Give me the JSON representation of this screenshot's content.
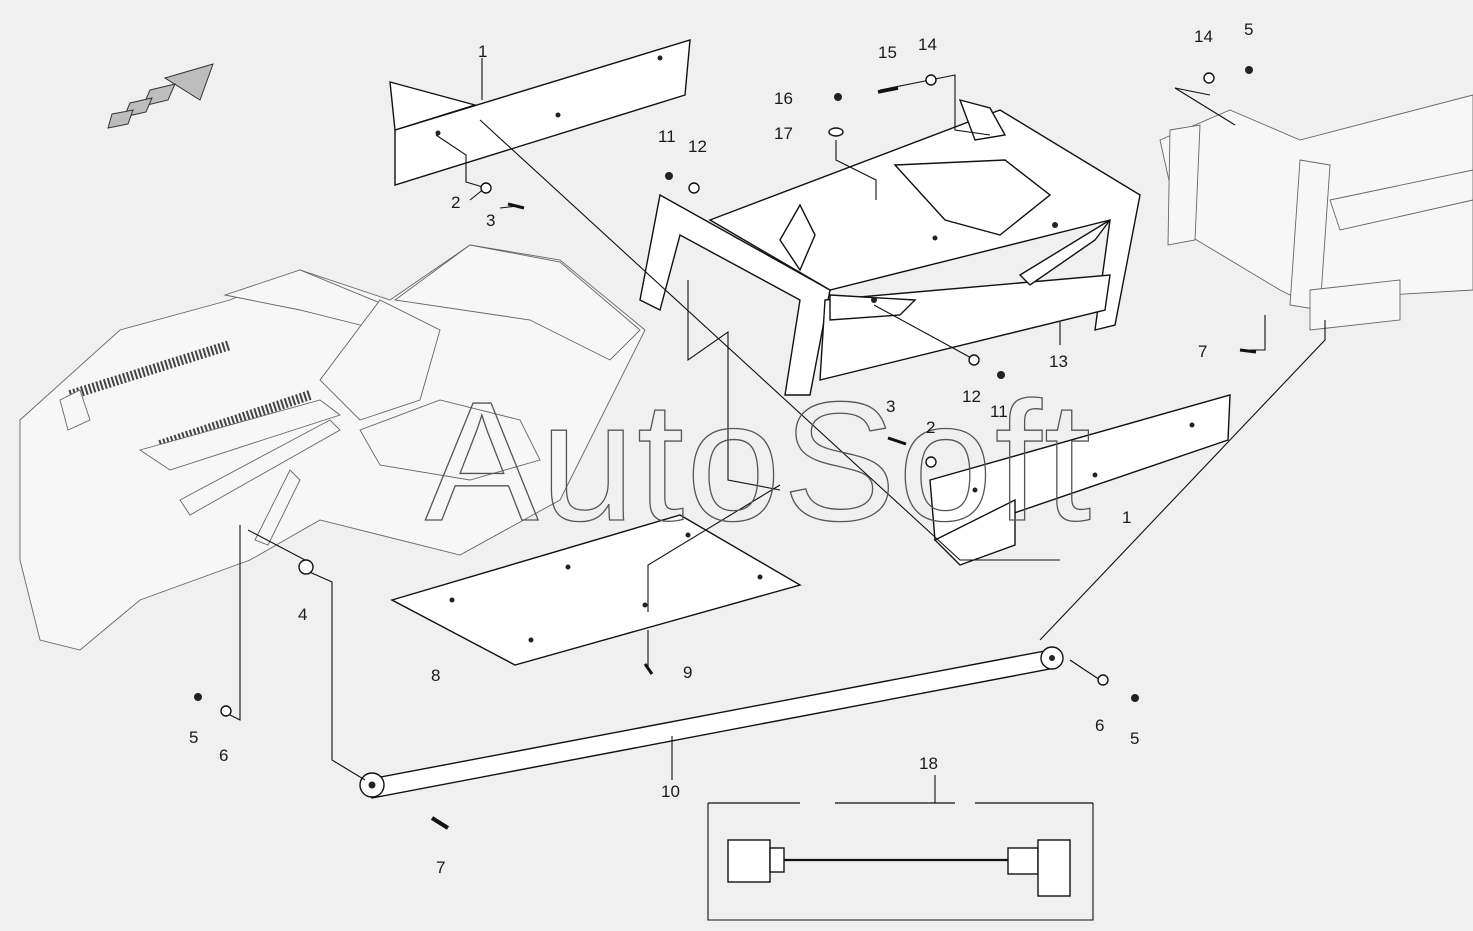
{
  "diagram": {
    "watermark": "AutoSoft",
    "callouts": [
      {
        "id": "c1a",
        "text": "1"
      },
      {
        "id": "c1b",
        "text": "1"
      },
      {
        "id": "c2a",
        "text": "2"
      },
      {
        "id": "c2b",
        "text": "2"
      },
      {
        "id": "c3a",
        "text": "3"
      },
      {
        "id": "c3b",
        "text": "3"
      },
      {
        "id": "c4",
        "text": "4"
      },
      {
        "id": "c5a",
        "text": "5"
      },
      {
        "id": "c5b",
        "text": "5"
      },
      {
        "id": "c5c",
        "text": "5"
      },
      {
        "id": "c6a",
        "text": "6"
      },
      {
        "id": "c6b",
        "text": "6"
      },
      {
        "id": "c7a",
        "text": "7"
      },
      {
        "id": "c7b",
        "text": "7"
      },
      {
        "id": "c8",
        "text": "8"
      },
      {
        "id": "c9",
        "text": "9"
      },
      {
        "id": "c10",
        "text": "10"
      },
      {
        "id": "c11a",
        "text": "11"
      },
      {
        "id": "c11b",
        "text": "11"
      },
      {
        "id": "c12a",
        "text": "12"
      },
      {
        "id": "c12b",
        "text": "12"
      },
      {
        "id": "c13",
        "text": "13"
      },
      {
        "id": "c14a",
        "text": "14"
      },
      {
        "id": "c14b",
        "text": "14"
      },
      {
        "id": "c15",
        "text": "15"
      },
      {
        "id": "c16",
        "text": "16"
      },
      {
        "id": "c17",
        "text": "17"
      },
      {
        "id": "c18",
        "text": "18"
      }
    ]
  }
}
